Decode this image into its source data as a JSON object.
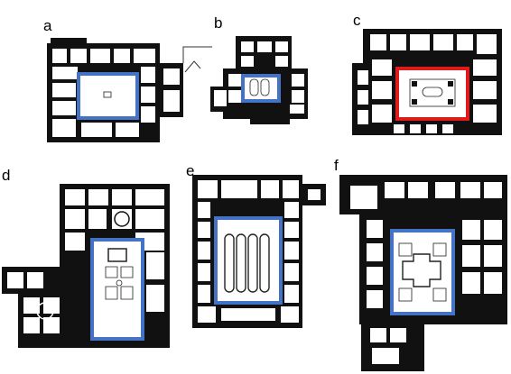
{
  "panels": [
    {
      "id": "a",
      "label": "a",
      "highlight_color": "#4472c4"
    },
    {
      "id": "b",
      "label": "b",
      "highlight_color": "#4472c4"
    },
    {
      "id": "c",
      "label": "c",
      "highlight_color": "#e0191b"
    },
    {
      "id": "d",
      "label": "d",
      "highlight_color": "#4472c4"
    },
    {
      "id": "e",
      "label": "e",
      "highlight_color": "#4472c4"
    },
    {
      "id": "f",
      "label": "f",
      "highlight_color": "#4472c4"
    }
  ],
  "colors": {
    "wall": "#111111",
    "plan_bg": "#ffffff",
    "blue_frame": "#4472c4",
    "red_frame": "#e0191b"
  }
}
